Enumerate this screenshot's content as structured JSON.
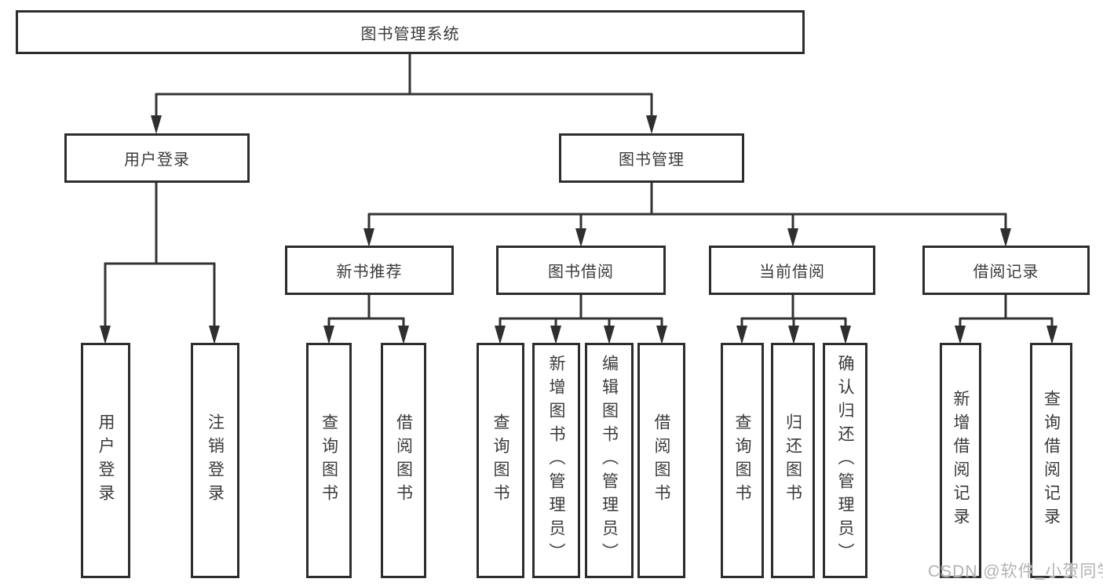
{
  "watermark": "CSDN @软件_小贺同学",
  "colors": {
    "line": "#333333",
    "box_border": "#2d2d2d",
    "text": "#3a3a3a",
    "watermark": "#b3b3b3",
    "background": "#ffffff"
  },
  "tree": {
    "root": "图书管理系统",
    "children": [
      {
        "label": "用户登录",
        "children": [
          "用户登录",
          "注销登录"
        ]
      },
      {
        "label": "图书管理",
        "children": [
          {
            "label": "新书推荐",
            "children": [
              "查询图书",
              "借阅图书"
            ]
          },
          {
            "label": "图书借阅",
            "children": [
              "查询图书",
              "新增图书（管理员）",
              "编辑图书（管理员）",
              "借阅图书"
            ]
          },
          {
            "label": "当前借阅",
            "children": [
              "查询图书",
              "归还图书",
              "确认归还（管理员）"
            ]
          },
          {
            "label": "借阅记录",
            "children": [
              "新增借阅记录",
              "查询借阅记录"
            ]
          }
        ]
      }
    ]
  }
}
